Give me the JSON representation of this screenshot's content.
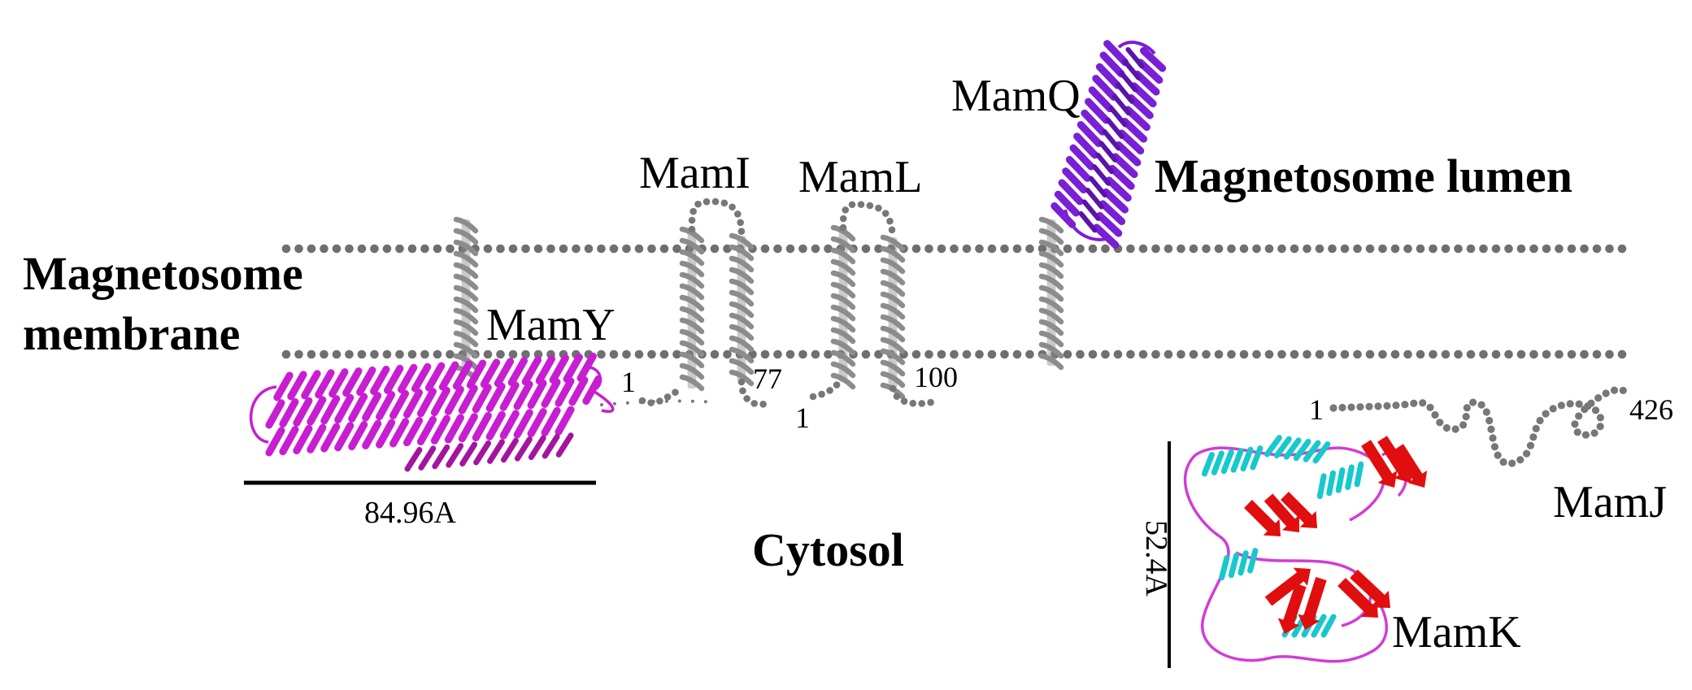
{
  "regions": {
    "lumen": "Magnetosome lumen",
    "membrane_line1": "Magnetosome",
    "membrane_line2": "membrane",
    "cytosol": "Cytosol"
  },
  "proteins": {
    "mamy": "MamY",
    "mami": "MamI",
    "maml": "MamL",
    "mamq": "MamQ",
    "mamj": "MamJ",
    "mamk": "MamK"
  },
  "residues": {
    "mami_start": "1",
    "mami_end": "77",
    "maml_start": "1",
    "maml_end": "100",
    "mamj_start": "1",
    "mamj_end": "426"
  },
  "measurements": {
    "mamy_length": "84.96A",
    "mamk_height": "52.4A"
  },
  "colors": {
    "membrane": "#6f6f6f",
    "helix_grey": "#8c8c8c",
    "mamy": "#c81ed2",
    "mamq": "#7a1fd6",
    "mamk_helix": "#17c8cc",
    "mamk_sheet": "#e00e0e",
    "mamk_loop": "#d23cd6"
  }
}
